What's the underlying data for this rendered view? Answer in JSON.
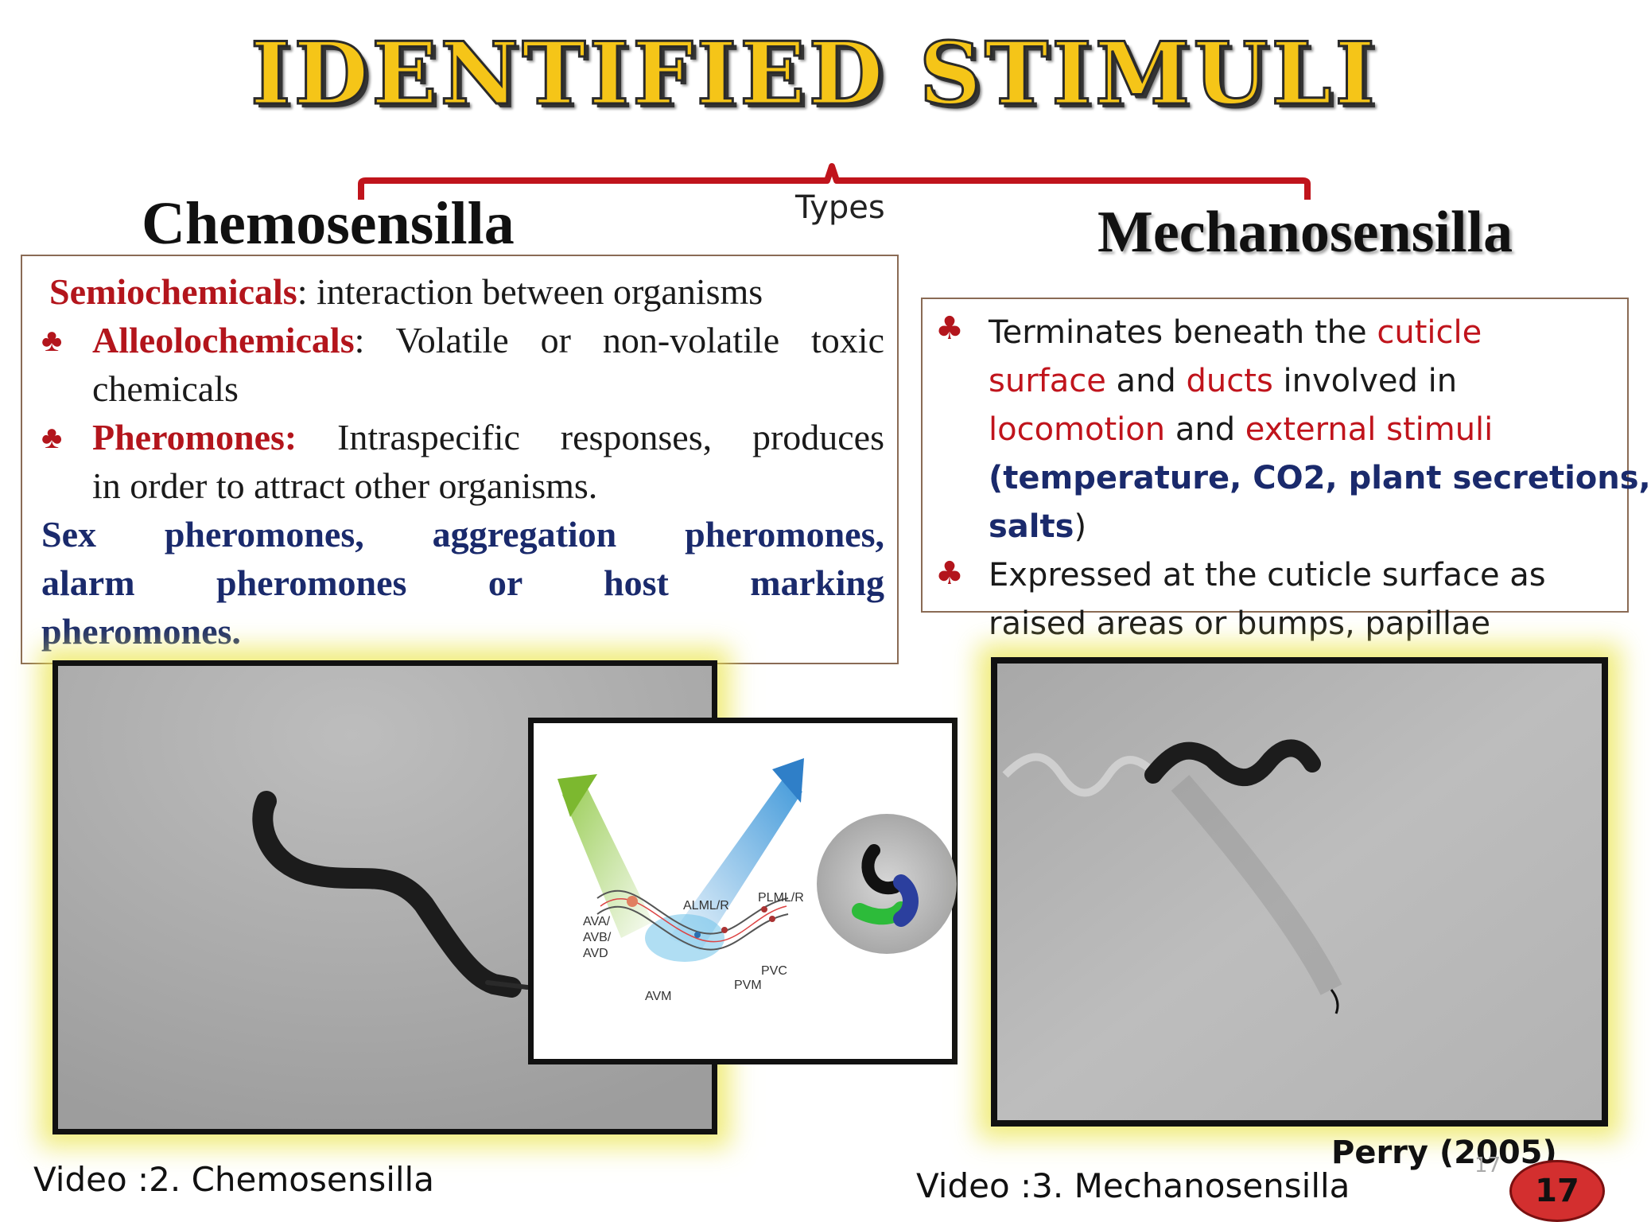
{
  "title": "IDENTIFIED STIMULI",
  "types_label": "Types",
  "chemo": {
    "heading": "Chemosensilla",
    "semio_term": "Semiochemicals",
    "semio_desc": ": interaction between organisms",
    "allelo_term": "Alleolochemicals",
    "allelo_desc_1": ": Volatile or non-volatile toxic",
    "allelo_desc_2": "chemicals",
    "phero_term": "Pheromones:",
    "phero_desc_1": " Intraspecific responses, produces",
    "phero_desc_2": "in order to attract other organisms.",
    "types_line_1": "Sex pheromones, aggregation pheromones,",
    "types_line_2": "alarm pheromones or host marking",
    "types_line_3": "pheromones."
  },
  "mech": {
    "heading": "Mechanosensilla",
    "b1_l1_a": "Terminates beneath the ",
    "b1_l1_b": "cuticle",
    "b1_l2_a": "surface",
    "b1_l2_b": " and ",
    "b1_l2_c": "ducts",
    "b1_l2_d": " involved in",
    "b1_l3_a": "locomotion",
    "b1_l3_b": " and ",
    "b1_l3_c": "external stimuli",
    "b1_l4": "(temperature, CO2, plant secretions,",
    "b1_l5_a": "salts",
    "b1_l5_b": ")",
    "b2_l1": "Expressed at the cuticle surface as",
    "b2_l2": "raised areas or bumps, papillae"
  },
  "bullet_glyph": "♣",
  "diagram_labels": {
    "ava": "AVA/",
    "avb": "AVB/",
    "avd": "AVD",
    "alml": "ALML/R",
    "plml": "PLML/R",
    "avm": "AVM",
    "pvm": "PVM",
    "pvc": "PVC"
  },
  "captions": {
    "video1": "Video :2. Chemosensilla",
    "video2": "Video :3. Mechanosensilla"
  },
  "citation": "Perry (2005)",
  "slide_number_faint": "17",
  "slide_number": "17",
  "colors": {
    "title_fill": "#f5c518",
    "accent_red": "#b3151c",
    "navy": "#1a2a6c",
    "badge_red": "#d32f2f"
  }
}
